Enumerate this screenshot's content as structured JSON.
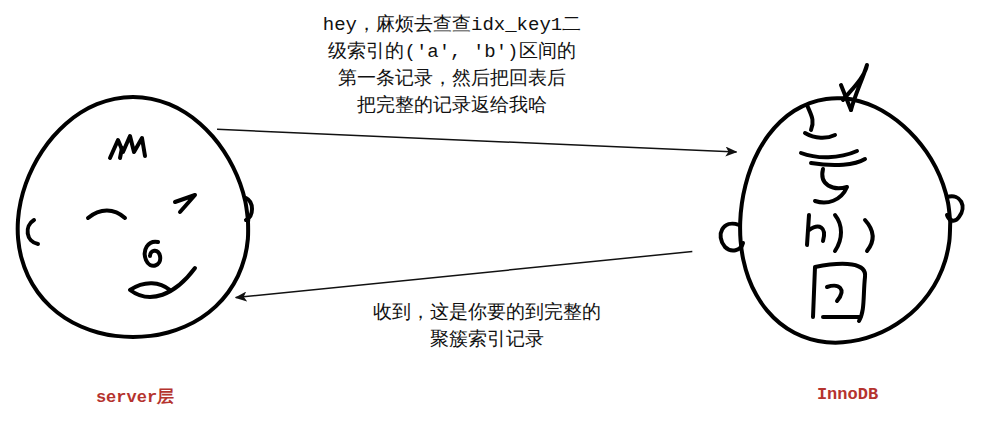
{
  "diagram": {
    "nodes": [
      {
        "text": [
          "server层"
        ]
      },
      {
        "text": [
          "InnoDB"
        ]
      }
    ],
    "edges": [
      {
        "from": 0,
        "to": 1,
        "arrow": "to",
        "label": "hey，麻烦去查查idx_key1二 级索引的('a', 'b')区间的 第一条记录，然后把回表后 把完整的记录返给我哈"
      },
      {
        "from": 1,
        "to": 0,
        "arrow": "to",
        "label": "收到，这是你要的到完整的 聚簇索引记录"
      }
    ]
  }
}
